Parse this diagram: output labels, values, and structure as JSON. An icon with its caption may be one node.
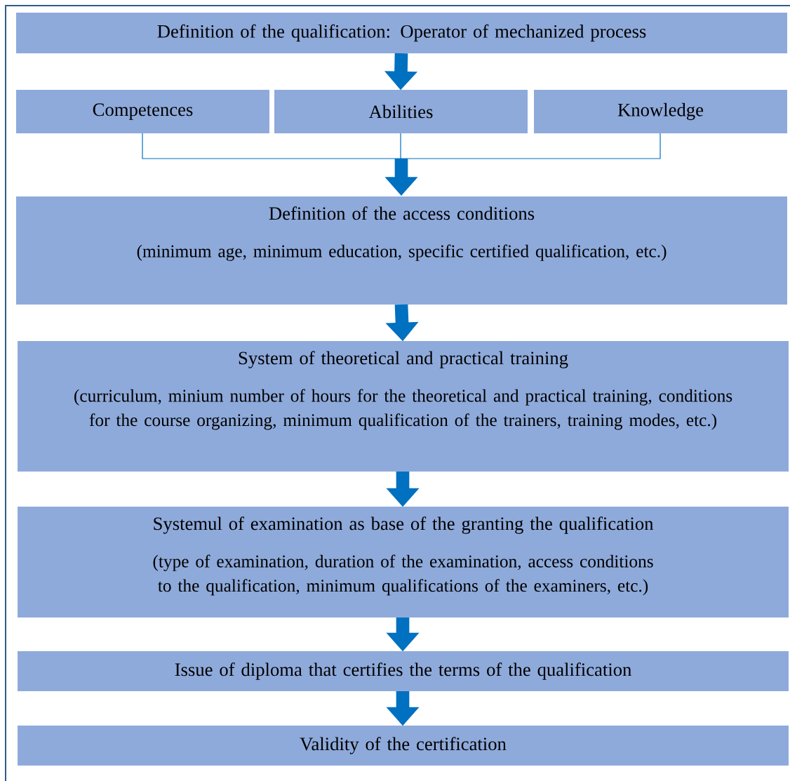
{
  "diagram": {
    "nodes": [
      {
        "text": [
          "Definition of the qualification: Operator of mechanized process"
        ]
      },
      {
        "text": [
          "Competences"
        ]
      },
      {
        "text": [
          "Abilities"
        ]
      },
      {
        "text": [
          "Knowledge"
        ]
      },
      {
        "text": [
          "Definition of the access conditions",
          "(minimum age, minimum education, specific certified qualification, etc.)"
        ]
      },
      {
        "text": [
          "System of theoretical and practical training",
          "(curriculum, minium number of hours for the theoretical and practical training, conditions for the course organizing, minimum qualification of the trainers, training modes, etc.)"
        ]
      },
      {
        "text": [
          "Systemul of examination as base of the granting the qualification",
          "(type of examination, duration of the examination, access conditions to the qualification, minimum qualifications of the examiners, etc.)"
        ]
      },
      {
        "text": [
          "Issue of diploma that certifies the terms of the qualification"
        ]
      },
      {
        "text": [
          "Validity of the certification"
        ]
      }
    ],
    "edges": [
      {
        "from": 0,
        "to": 2,
        "arrow": "to"
      },
      {
        "from": 1,
        "to": 4,
        "arrow": "to"
      },
      {
        "from": 2,
        "to": 4,
        "arrow": "to"
      },
      {
        "from": 3,
        "to": 4,
        "arrow": "to"
      },
      {
        "from": 4,
        "to": 5,
        "arrow": "to"
      },
      {
        "from": 5,
        "to": 6,
        "arrow": "to"
      },
      {
        "from": 6,
        "to": 7,
        "arrow": "to"
      },
      {
        "from": 7,
        "to": 8,
        "arrow": "to"
      }
    ]
  }
}
